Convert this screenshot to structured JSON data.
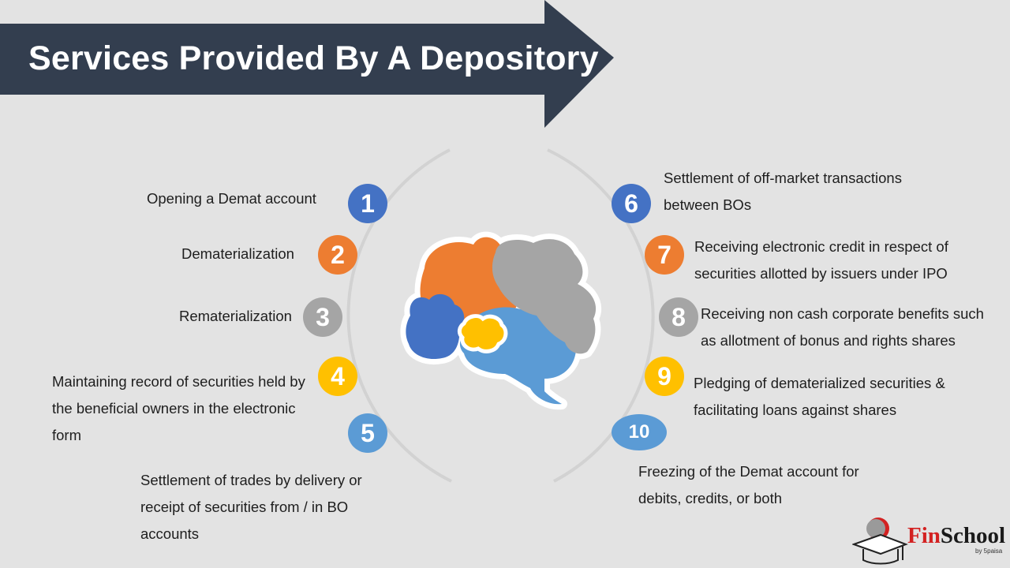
{
  "title": "Services Provided By A Depository",
  "colors": {
    "title_bar": "#333e4f",
    "blue": "#4472c4",
    "orange": "#ed7d31",
    "gray": "#a5a5a5",
    "yellow": "#ffc000",
    "light_blue": "#5b9bd5",
    "ring": "#d2d2d2"
  },
  "services": [
    {
      "number": "1",
      "color": "#4472c4",
      "lines": [
        "Opening a Demat account"
      ]
    },
    {
      "number": "2",
      "color": "#ed7d31",
      "lines": [
        "Dematerialization"
      ]
    },
    {
      "number": "3",
      "color": "#a5a5a5",
      "lines": [
        "Rematerialization"
      ]
    },
    {
      "number": "4",
      "color": "#ffc000",
      "lines": [
        "Maintaining record of securities held by",
        "the beneficial owners in the electronic",
        "form"
      ]
    },
    {
      "number": "5",
      "color": "#5b9bd5",
      "lines": [
        "Settlement of trades by delivery or",
        "receipt of securities from / in BO",
        "accounts"
      ]
    },
    {
      "number": "6",
      "color": "#4472c4",
      "lines": [
        "Settlement of off-market transactions",
        "between BOs"
      ]
    },
    {
      "number": "7",
      "color": "#ed7d31",
      "lines": [
        "Receiving electronic credit in respect of",
        "securities allotted by issuers under IPO"
      ]
    },
    {
      "number": "8",
      "color": "#a5a5a5",
      "lines": [
        "Receiving non cash corporate benefits such",
        "as allotment of bonus and rights shares"
      ]
    },
    {
      "number": "9",
      "color": "#ffc000",
      "lines": [
        "Pledging of dematerialized securities &",
        "facilitating loans against shares"
      ]
    },
    {
      "number": "10",
      "color": "#5b9bd5",
      "lines": [
        "Freezing of the Demat account for",
        "debits, credits, or both"
      ]
    }
  ],
  "logo": {
    "prefix": "Fin",
    "suffix": "School",
    "sub": "by 5paisa"
  }
}
